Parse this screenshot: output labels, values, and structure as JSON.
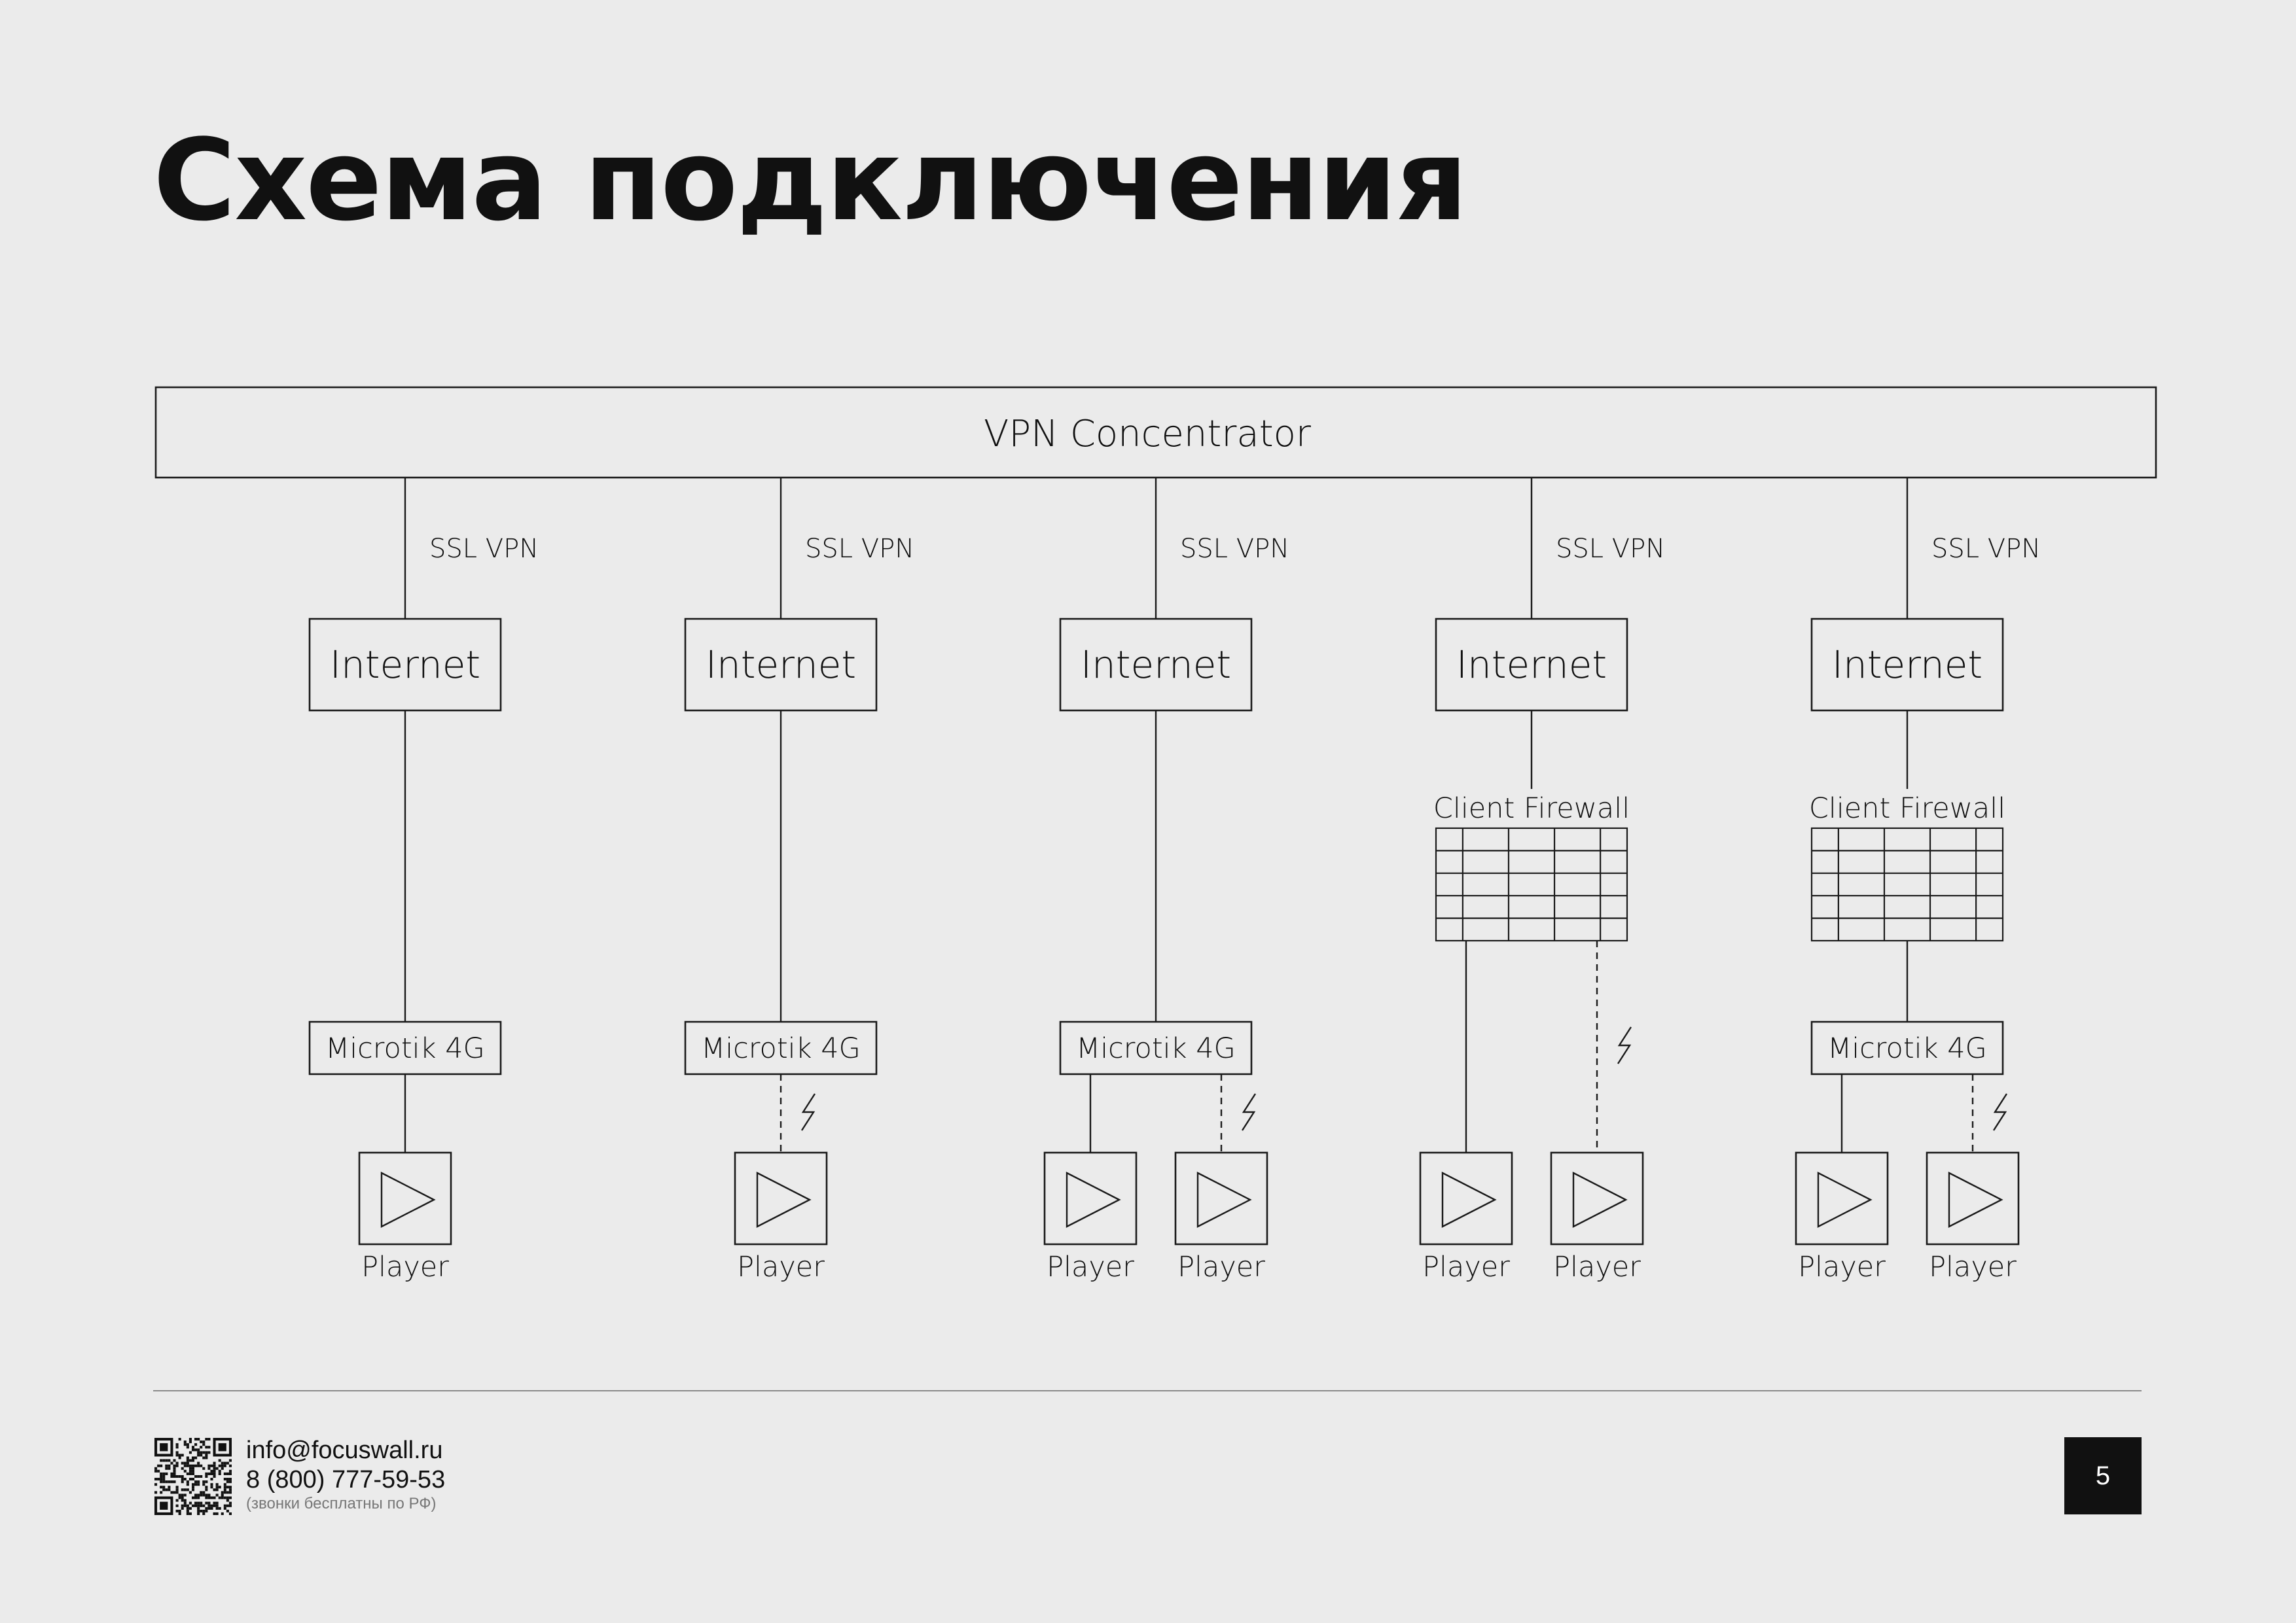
{
  "page": {
    "title": "Схема подключения",
    "page_number": "5"
  },
  "diagram": {
    "concentrator": "VPN Concentrator",
    "columns": [
      {
        "tunnel": "SSL VPN",
        "internet": "Internet",
        "firewall": "",
        "router": "Microtik 4G",
        "players": [
          {
            "label": "Player",
            "link": "wired"
          }
        ]
      },
      {
        "tunnel": "SSL VPN",
        "internet": "Internet",
        "firewall": "",
        "router": "Microtik 4G",
        "players": [
          {
            "label": "Player",
            "link": "wireless"
          }
        ]
      },
      {
        "tunnel": "SSL VPN",
        "internet": "Internet",
        "firewall": "",
        "router": "Microtik 4G",
        "players": [
          {
            "label": "Player",
            "link": "wired"
          },
          {
            "label": "Player",
            "link": "wireless"
          }
        ]
      },
      {
        "tunnel": "SSL VPN",
        "internet": "Internet",
        "firewall": "Client Firewall",
        "router": "",
        "players": [
          {
            "label": "Player",
            "link": "wired"
          },
          {
            "label": "Player",
            "link": "wireless"
          }
        ]
      },
      {
        "tunnel": "SSL VPN",
        "internet": "Internet",
        "firewall": "Client Firewall",
        "router": "Microtik 4G",
        "players": [
          {
            "label": "Player",
            "link": "wired"
          },
          {
            "label": "Player",
            "link": "wireless"
          }
        ]
      }
    ]
  },
  "footer": {
    "email": "info@focuswall.ru",
    "phone": "8 (800) 777-59-53",
    "phone_note": "(звонки бесплатны по РФ)"
  },
  "icons": {
    "play": "play-triangle-icon",
    "wireless": "lightning-bolt-icon",
    "firewall": "firewall-grid-icon",
    "qr": "qr-code-icon"
  }
}
